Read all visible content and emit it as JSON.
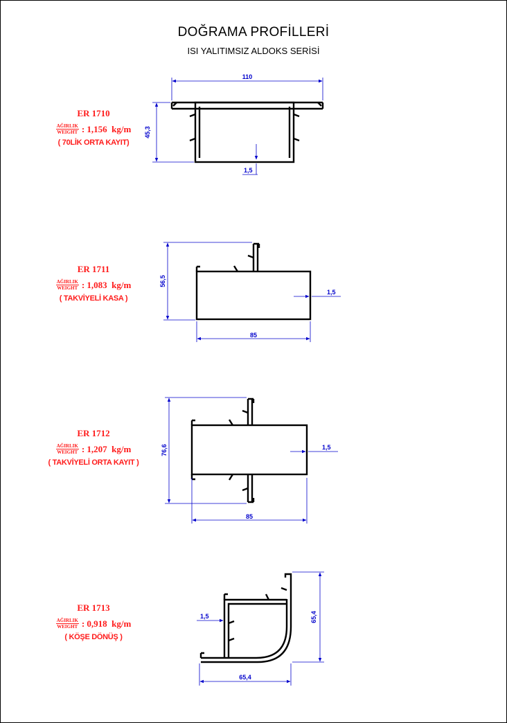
{
  "header": {
    "title": "DOĞRAMA PROFİLLERİ",
    "subtitle": "ISI YALITIMSIZ ALDOKS SERİSİ"
  },
  "weight_label": {
    "top": "AĞIRLIK",
    "bottom": "WEIGHT"
  },
  "colors": {
    "text": "#ff1a1a",
    "dimension": "#0000cc",
    "profile": "#000000"
  },
  "profiles": [
    {
      "code": "ER 1710",
      "weight": ": 1,156  kg/m",
      "note": "( 70LİK ORTA KAYIT)",
      "dims": {
        "width": "110",
        "height": "45,3",
        "wall": "1,5"
      }
    },
    {
      "code": "ER 1711",
      "weight": ": 1,083  kg/m",
      "note": "( TAKVİYELİ KASA )",
      "dims": {
        "width": "85",
        "height": "56,5",
        "wall": "1,5"
      }
    },
    {
      "code": "ER 1712",
      "weight": ": 1,207  kg/m",
      "note": "( TAKVİYELİ ORTA KAYIT )",
      "dims": {
        "width": "85",
        "height": "76,6",
        "wall": "1,5"
      }
    },
    {
      "code": "ER 1713",
      "weight": ": 0,918  kg/m",
      "note": "( KÖŞE DÖNÜŞ )",
      "dims": {
        "width": "65,4",
        "height": "65,4",
        "wall": "1,5"
      }
    }
  ]
}
